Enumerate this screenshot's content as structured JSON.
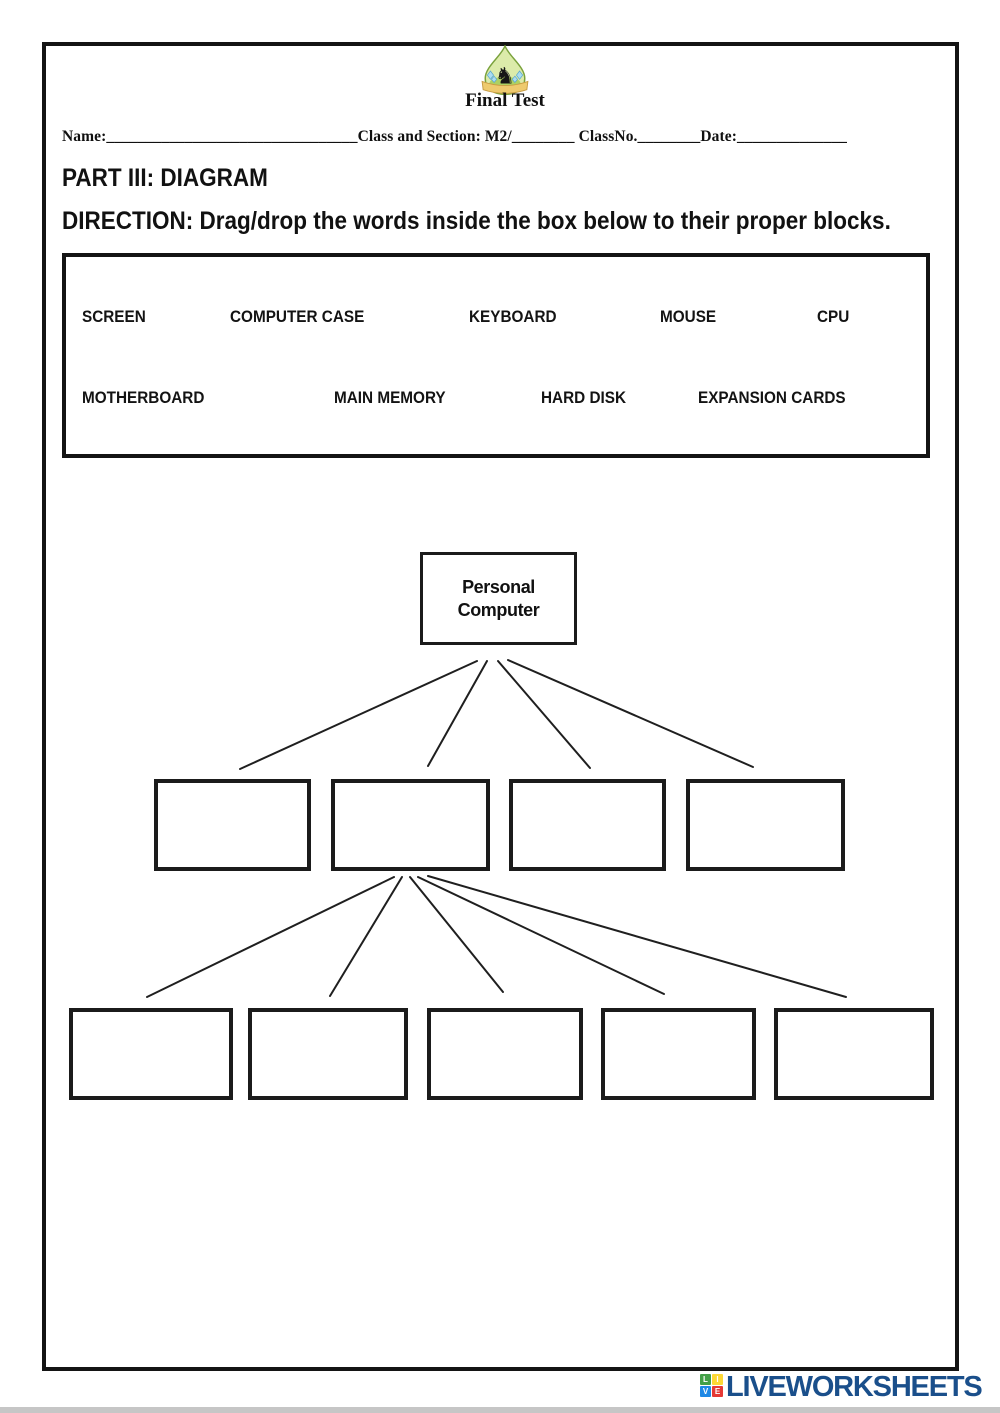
{
  "header": {
    "crest": "school-crest-with-horse",
    "title": "Final Test",
    "fields": {
      "name_label": "Name:",
      "name_blank": "________________________________",
      "class_section_label": "Class and Section: M2/",
      "class_section_blank": "________",
      "class_no_label": " ClassNo.",
      "class_no_blank": "________",
      "date_label": "Date:",
      "date_blank": "______________"
    }
  },
  "section": {
    "part_title": "PART III: DIAGRAM",
    "direction": "DIRECTION: Drag/drop the words inside the box below to their proper blocks."
  },
  "word_bank": {
    "row1": [
      "SCREEN",
      "COMPUTER CASE",
      "KEYBOARD",
      "MOUSE",
      "CPU"
    ],
    "row2": [
      "MOTHERBOARD",
      "MAIN MEMORY",
      "HARD DISK",
      "EXPANSION CARDS"
    ]
  },
  "diagram": {
    "root_label": "Personal Computer",
    "level2_empty_slots": 4,
    "level3_empty_slots": 5
  },
  "footer": {
    "brand": "LIVEWORKSHEETS",
    "brand_color": "#1a4f8b",
    "logo_tiles": [
      {
        "letter": "L",
        "color": "#43a047"
      },
      {
        "letter": "I",
        "color": "#fdd835"
      },
      {
        "letter": "V",
        "color": "#1e88e5"
      },
      {
        "letter": "E",
        "color": "#e53935"
      }
    ]
  }
}
